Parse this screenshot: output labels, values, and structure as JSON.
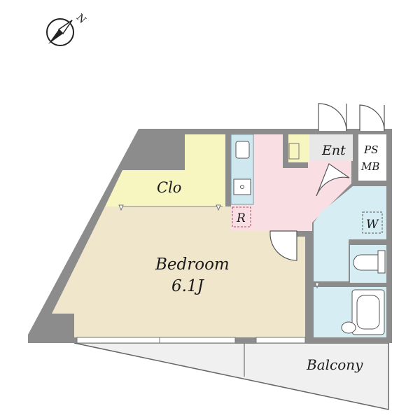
{
  "compass": {
    "label": "N"
  },
  "rooms": {
    "closet": {
      "label": "Clo"
    },
    "bedroom": {
      "label": "Bedroom",
      "size": "6.1J"
    },
    "refrigerator": {
      "label": "R"
    },
    "entrance": {
      "label": "Ent"
    },
    "pipe_space": {
      "line1": "PS",
      "line2": "MB"
    },
    "washer": {
      "label": "W"
    },
    "balcony": {
      "label": "Balcony"
    }
  },
  "colors": {
    "wall": "#8c8c8c",
    "bedroom": "#efe6cc",
    "closet": "#f7f5c0",
    "kitchen": "#f9dfe3",
    "counter": "#cfe8f0",
    "bath": "#d6eef3",
    "entrance": "#e8e8e8",
    "balcony": "#f0f0f0"
  }
}
